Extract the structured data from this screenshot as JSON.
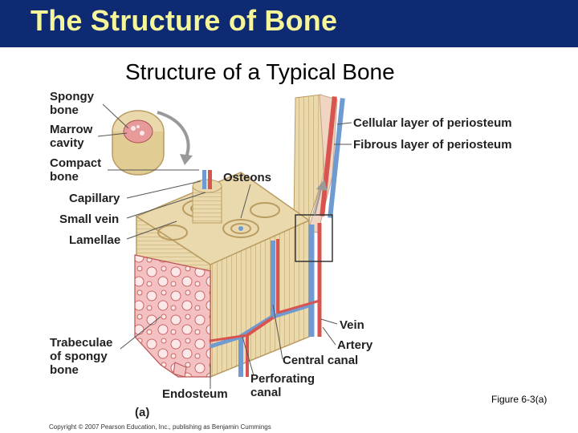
{
  "header": {
    "title": "The Structure of Bone"
  },
  "figure": {
    "subtitle": "Structure of a Typical Bone",
    "labels": {
      "spongy_bone": "Spongy\nbone",
      "marrow_cavity": "Marrow\ncavity",
      "compact_bone": "Compact\nbone",
      "capillary": "Capillary",
      "small_vein": "Small vein",
      "lamellae": "Lamellae",
      "osteons": "Osteons",
      "cellular_layer": "Cellular layer of periosteum",
      "fibrous_layer": "Fibrous layer of periosteum",
      "vein": "Vein",
      "artery": "Artery",
      "central_canal": "Central canal",
      "perforating_canal": "Perforating\ncanal",
      "trabeculae": "Trabeculae\nof spongy\nbone",
      "endosteum": "Endosteum"
    },
    "panel_letter": "(a)",
    "figure_ref": "Figure 6-3(a)",
    "copyright": "Copyright © 2007 Pearson Education, Inc., publishing as Benjamin Cummings"
  },
  "colors": {
    "header_bg": "#0e2a73",
    "header_text": "#f5f59a",
    "bone": "#e8d7a8",
    "bone_dark": "#c9b27a",
    "spongy": "#e79a9a",
    "vein": "#6f9bd1",
    "artery": "#d9534f"
  }
}
